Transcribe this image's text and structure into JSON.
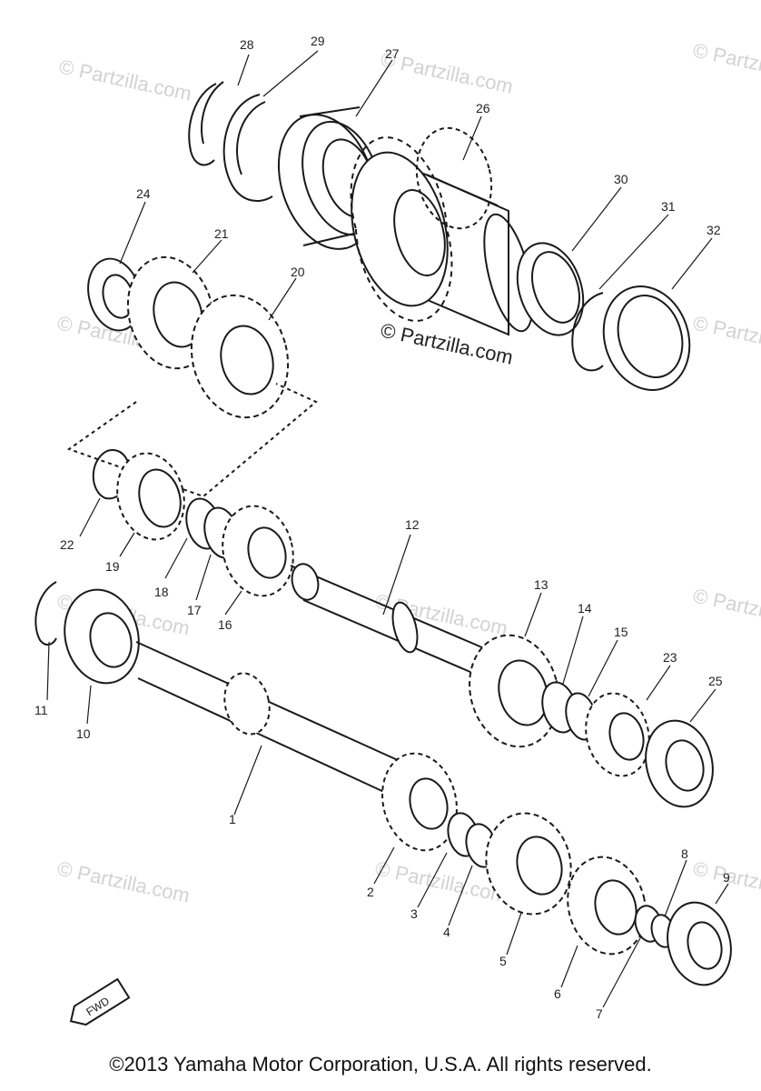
{
  "diagram": {
    "callouts": [
      "1",
      "2",
      "3",
      "4",
      "5",
      "6",
      "7",
      "8",
      "9",
      "10",
      "11",
      "12",
      "13",
      "14",
      "15",
      "16",
      "17",
      "18",
      "19",
      "20",
      "21",
      "22",
      "23",
      "24",
      "25",
      "26",
      "27",
      "28",
      "29",
      "30",
      "31",
      "32"
    ]
  },
  "watermark": {
    "center": "© Partzilla.com",
    "faint": "© Partzilla.com"
  },
  "direction_badge": {
    "text": "FWD"
  },
  "footer": {
    "copyright": "©2013  Yamaha Motor Corporation, U.S.A. All rights reserved."
  }
}
